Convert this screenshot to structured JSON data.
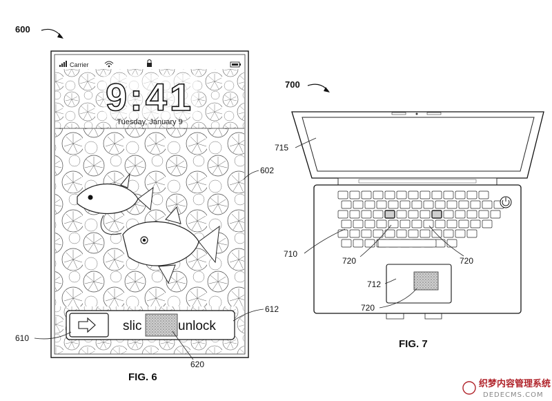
{
  "figure6": {
    "ref_device": "600",
    "status_carrier": "Carrier",
    "clock": "9:41",
    "date": "Tuesday, January 9",
    "ref_screen": "602",
    "slider_text": "slide to unlock",
    "slider_text_left": "slic",
    "slider_text_right": "unlock",
    "ref_slider": "610",
    "ref_track": "612",
    "ref_region": "620",
    "caption": "FIG. 6"
  },
  "figure7": {
    "ref_device": "700",
    "ref_display": "715",
    "ref_keyboard": "710",
    "ref_region_a": "720",
    "ref_region_b": "720",
    "ref_trackpad": "712",
    "ref_region_c": "720",
    "caption": "FIG. 7"
  },
  "watermark": {
    "line1": "织梦内容管理系统",
    "line2": "DEDECMS.COM"
  },
  "icons": [
    "right-arrow-icon",
    "lock-icon",
    "battery-icon",
    "wifi-icon",
    "signal-bars-icon",
    "power-button-icon"
  ]
}
